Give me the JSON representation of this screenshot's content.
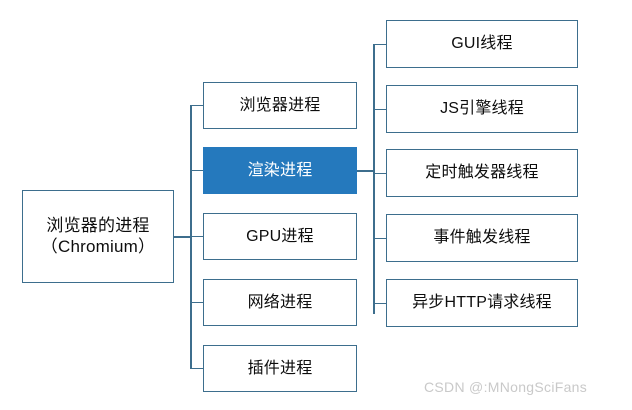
{
  "diagram": {
    "type": "tree",
    "background_color": "#ffffff",
    "border_color": "#3d6e8d",
    "highlight_color": "#2579bd",
    "text_color": "#0d0d0d",
    "root": {
      "label": "浏览器的进程\n（Chromium）"
    },
    "processes": [
      {
        "label": "浏览器进程",
        "highlighted": false
      },
      {
        "label": "渲染进程",
        "highlighted": true
      },
      {
        "label": "GPU进程",
        "highlighted": false
      },
      {
        "label": "网络进程",
        "highlighted": false
      },
      {
        "label": "插件进程",
        "highlighted": false
      }
    ],
    "threads": [
      {
        "label": "GUI线程"
      },
      {
        "label": "JS引擎线程"
      },
      {
        "label": "定时触发器线程"
      },
      {
        "label": "事件触发线程"
      },
      {
        "label": "异步HTTP请求线程"
      }
    ]
  },
  "watermark": {
    "text": "CSDN @:MNongSciFans",
    "color": "#c9c9c9"
  }
}
